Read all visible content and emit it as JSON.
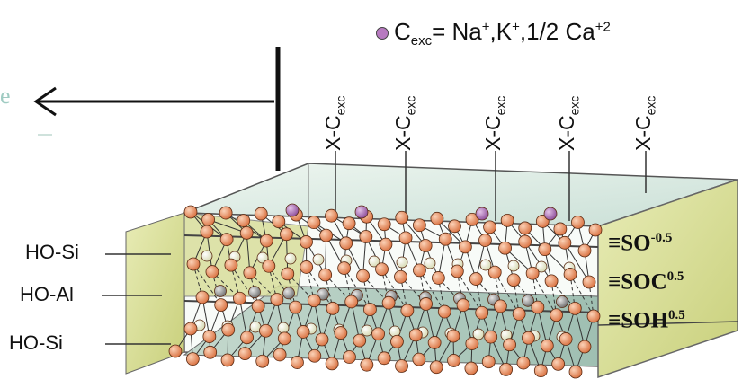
{
  "legend": {
    "prefix": "C",
    "sub": "exc",
    "eq": "= Na",
    "sup1": "+",
    "k": ",K",
    "sup2": "+",
    "ca": ",1/2 Ca",
    "sup3": "+2",
    "dot_color": "#b77ac0"
  },
  "fragment_text": "e",
  "exchange_sites": [
    {
      "base": "X-C",
      "sub": "exc"
    },
    {
      "base": "X-C",
      "sub": "exc"
    },
    {
      "base": "X-C",
      "sub": "exc"
    },
    {
      "base": "X-C",
      "sub": "exc"
    },
    {
      "base": "X-C",
      "sub": "exc"
    }
  ],
  "layers": [
    "HO-Si",
    "HO-Al",
    "HO-Si"
  ],
  "surface_sites": [
    {
      "base": "≡SO",
      "sup": "-0.5"
    },
    {
      "base": "≡SOC",
      "sup": "0.5"
    },
    {
      "base": "≡SOH",
      "sup": "0.5"
    }
  ],
  "colors": {
    "oxygen": "#e8946a",
    "exchange_cation": "#b77ac0",
    "silicon": "#eaeccd",
    "aluminum": "#9a9a9a",
    "end_face": "#d6dc8f",
    "top_face": "#d9e8e0",
    "bottom_face": "#b5cfc4",
    "arrow_text": "#9fcbc2"
  }
}
